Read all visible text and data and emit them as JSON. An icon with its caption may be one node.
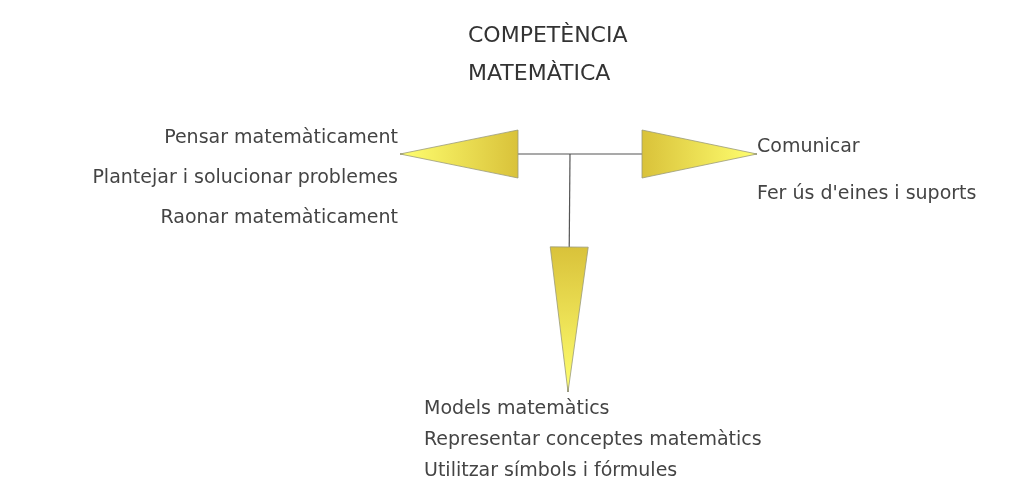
{
  "diagram": {
    "title": "COMPETÈNCIA MATEMÀTICA",
    "nodes": [
      {
        "text": [
          "Pensar matemàticament",
          "Plantejar i solucionar problemes",
          "Raonar matemàticament"
        ]
      },
      {
        "text": [
          "Comunicar",
          "Fer ús d'eines i suports"
        ]
      },
      {
        "text": [
          "Models matemàtics",
          "Representar conceptes matemàtics",
          "Utilitzar símbols i fórmules"
        ]
      }
    ],
    "edges": [
      {
        "from": null,
        "to": 0,
        "arrow": "to"
      },
      {
        "from": null,
        "to": 1,
        "arrow": "to"
      },
      {
        "from": null,
        "to": 2,
        "arrow": "to"
      }
    ]
  }
}
